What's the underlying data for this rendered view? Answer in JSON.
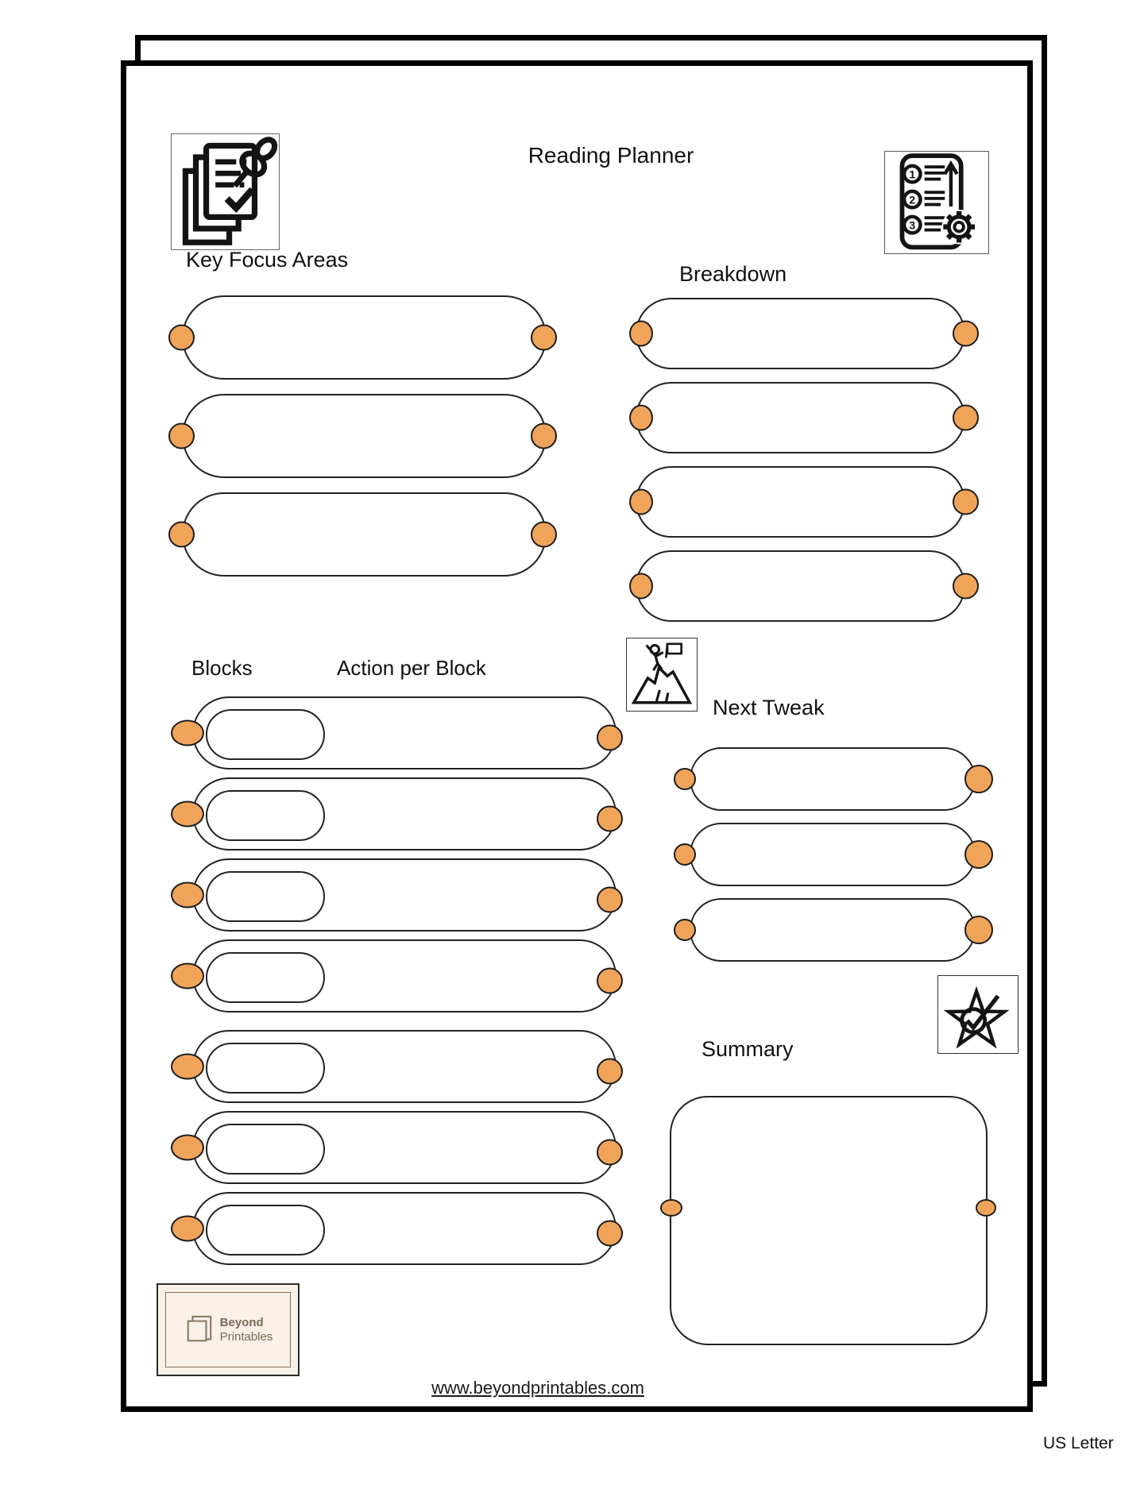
{
  "page": {
    "title": "Reading Planner",
    "paper_size_label": "US Letter",
    "footer_url": "www.beyondprintables.com"
  },
  "colors": {
    "accent_orange": "#F0A45A",
    "ink": "#1C1C1C",
    "page_border": "#000000",
    "logo_background": "#F9F0E7",
    "logo_brown": "#7A6A58"
  },
  "sections": {
    "key_focus": {
      "heading": "Key Focus Areas",
      "rows": 3
    },
    "breakdown": {
      "heading": "Breakdown",
      "rows": 4
    },
    "blocks": {
      "heading_blocks": "Blocks",
      "heading_action": "Action per Block",
      "rows": 7
    },
    "next_tweak": {
      "heading": "Next Tweak",
      "rows": 3
    },
    "summary": {
      "heading": "Summary"
    }
  },
  "logo": {
    "line1": "Beyond",
    "line2": "Printables"
  },
  "icons": {
    "top_left": "documents-pin-icon",
    "top_right": "numbered-list-gear-icon",
    "middle": "mountain-flag-icon",
    "bottom_right": "star-check-icon",
    "logo": "pages-logo-icon"
  }
}
